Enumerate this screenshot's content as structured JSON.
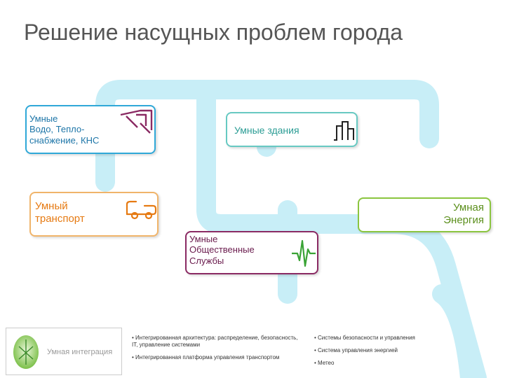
{
  "slide": {
    "title": "Решение насущных проблем города",
    "colors": {
      "background_road": "#c8eef7",
      "water": "#2fa8d8",
      "buildings": "#67c9c2",
      "transport": "#f0b46a",
      "energy": "#8bc53f",
      "services": "#8a2a63"
    }
  },
  "cards": {
    "water": {
      "line1": "Умные",
      "line2": "Водо,  Тепло-",
      "line3": "снабжение, КНС",
      "icon": "faucet-icon"
    },
    "buildings": {
      "label": "Умные здания",
      "icon": "buildings-icon"
    },
    "transport": {
      "line1": "Умный",
      "line2": "транспорт",
      "icon": "car-icon"
    },
    "energy": {
      "line1": "Умная",
      "line2": "Энергия"
    },
    "services": {
      "line1": "Умные",
      "line2": "Общественные",
      "line3": "Службы",
      "icon": "pulse-icon"
    }
  },
  "bottom": {
    "integration_label": "Умная интеграция",
    "left_bullets": [
      "• Интегрированная архитектура: распределение, безопасность, IT, управление системами",
      "• Интегрированная платформа управления транспортом"
    ],
    "right_bullets": [
      "• Системы безопасности и управления",
      "• Система управления энергией",
      "• Метео"
    ]
  }
}
